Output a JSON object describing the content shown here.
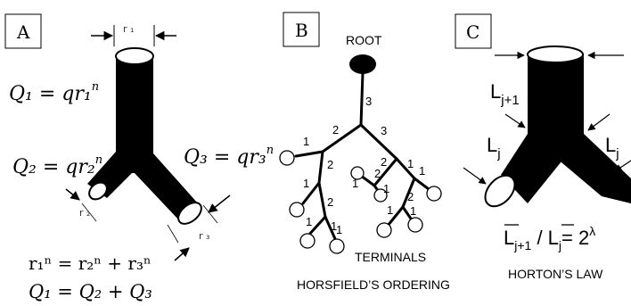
{
  "panels": {
    "a": {
      "letter": "A",
      "r1_label": "r ₁",
      "r2_label": "r ₂",
      "r3_label": "r ₃",
      "eq_q1_lhs": "Q₁ = qr₁",
      "eq_q2_lhs": "Q₂ = qr₂",
      "eq_q3_lhs": "Q₃ = qr₃",
      "exponent": "n",
      "eq_radius": "r₁ⁿ = r₂ⁿ + r₃ⁿ",
      "eq_flow": "Q₁ = Q₂ + Q₃"
    },
    "b": {
      "letter": "B",
      "root_label": "ROOT",
      "terminals_label": "TERMINALS",
      "caption": "HORSFIELD’S ORDERING",
      "orders": [
        "3",
        "2",
        "3",
        "1",
        "2",
        "1",
        "2",
        "1",
        "2",
        "1",
        "1",
        "2",
        "1",
        "1",
        "2",
        "1",
        "1",
        "1",
        "1"
      ]
    },
    "c": {
      "letter": "C",
      "label_parent": "L",
      "label_parent_sub": "j+1",
      "label_left": "L",
      "label_right": "L",
      "label_child_sub": "j",
      "law_lhs_main": "L",
      "law_lhs_sub": "j+1",
      "law_sep": " / ",
      "law_rhs_main": "L",
      "law_rhs_sub": "j",
      "law_eq": "= 2",
      "law_exp": "λ",
      "caption": "HORTON’S LAW"
    }
  }
}
